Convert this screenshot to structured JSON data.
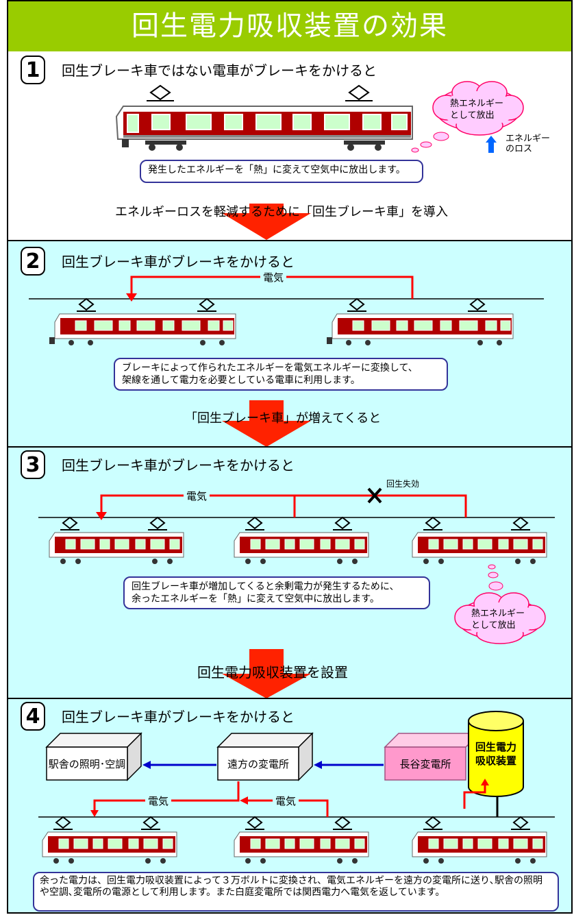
{
  "title": "回生電力吸収装置の効果",
  "sections": [
    {
      "num": "1",
      "heading": "回生ブレーキ車ではない電車がブレーキをかけると",
      "note": "発生したエネルギーを「熱」に変えて空気中に放出します。",
      "cloud": "熱エネルギー\nとして放出",
      "loss": "エネルギー\nのロス",
      "transition": "エネルギーロスを軽減するために「回生ブレーキ車」を導入"
    },
    {
      "num": "2",
      "heading": "回生ブレーキ車がブレーキをかけると",
      "electric": "電気",
      "note": "ブレーキによって作られたエネルギーを電気エネルギーに変換して、\n架線を通して電力を必要としている電車に利用します。",
      "transition": "「回生ブレーキ車」が増えてくると"
    },
    {
      "num": "3",
      "heading": "回生ブレーキ車がブレーキをかけると",
      "electric": "電気",
      "fail": "回生失効",
      "note": "回生ブレーキ車が増加してくると余剰電力が発生するために、\n余ったエネルギーを「熱」に変えて空気中に放出します。",
      "cloud": "熱エネルギー\nとして放出",
      "transition": "回生電力吸収装置を設置"
    },
    {
      "num": "4",
      "heading": "回生ブレーキ車がブレーキをかけると",
      "station_light": "駅舎の照明･空調",
      "far_substation": "遠方の変電所",
      "hase_substation": "長谷変電所",
      "absorber": "回生電力\n吸収装置",
      "electric1": "電気",
      "electric2": "電気",
      "note": "余った電力は、回生電力吸収装置によって３万ボルトに変換され、電気エネルギーを遠方の変電所に送り､駅舎の照明や空調､変電所の電源として利用します。また白庭変電所では関西電力へ電気を返しています。"
    }
  ],
  "colors": {
    "title_bg": "#99cc00",
    "panel_bg": "#ccffff",
    "train": "#b00000",
    "arrow": "#ff0000",
    "flow": "#0000cc"
  }
}
